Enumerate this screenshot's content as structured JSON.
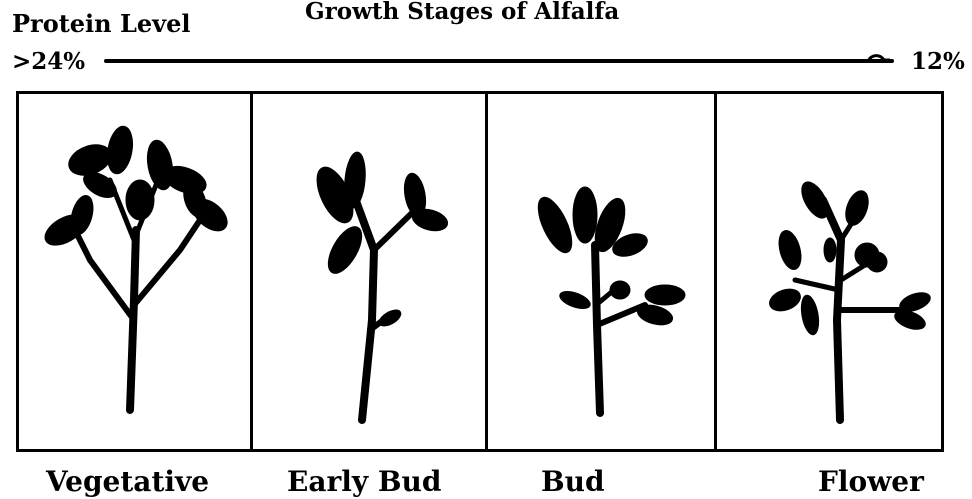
{
  "diagram": {
    "title": "Growth Stages of Alfalfa",
    "protein_label": "Protein Level",
    "protein_high": ">24%",
    "protein_low": "12%"
  },
  "stages": [
    {
      "name": "Vegetative",
      "icon": "vegetative-alfalfa-plant-icon"
    },
    {
      "name": "Early Bud",
      "icon": "early-bud-alfalfa-plant-icon"
    },
    {
      "name": "Bud",
      "icon": "bud-alfalfa-plant-icon"
    },
    {
      "name": "Flower",
      "icon": "flowering-alfalfa-plant-icon"
    }
  ],
  "colors": {
    "ink": "#000000",
    "background": "#ffffff"
  }
}
